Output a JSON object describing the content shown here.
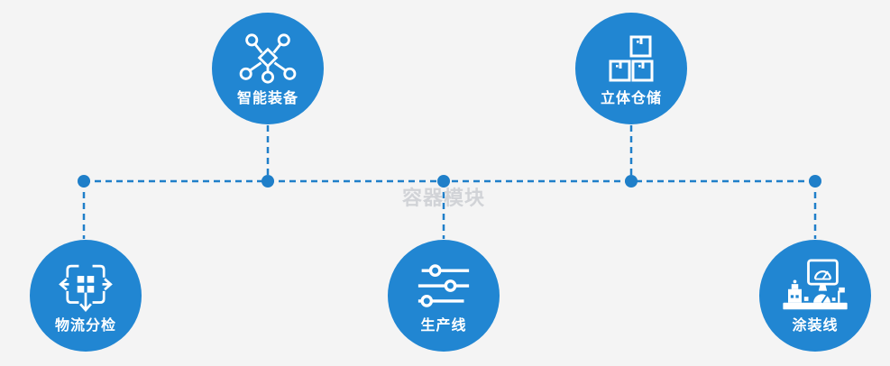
{
  "watermark": {
    "text": "容器模块"
  },
  "colors": {
    "accent": "#2186d2",
    "line": "#1f7fc9",
    "background": "#f4f4f4",
    "label": "#ffffff",
    "watermark": "#c9ccd1"
  },
  "diagram": {
    "type": "hub-connector-infographic",
    "connector_style": "dashed",
    "node_count": 5
  },
  "nodes": [
    {
      "label": "智能装备",
      "icon": "network-nodes-icon",
      "row": "top"
    },
    {
      "label": "立体仓储",
      "icon": "stacked-boxes-icon",
      "row": "top"
    },
    {
      "label": "物流分检",
      "icon": "distribute-arrows-icon",
      "row": "bottom"
    },
    {
      "label": "生产线",
      "icon": "sliders-icon",
      "row": "bottom"
    },
    {
      "label": "涂装线",
      "icon": "control-station-icon",
      "row": "bottom"
    }
  ]
}
